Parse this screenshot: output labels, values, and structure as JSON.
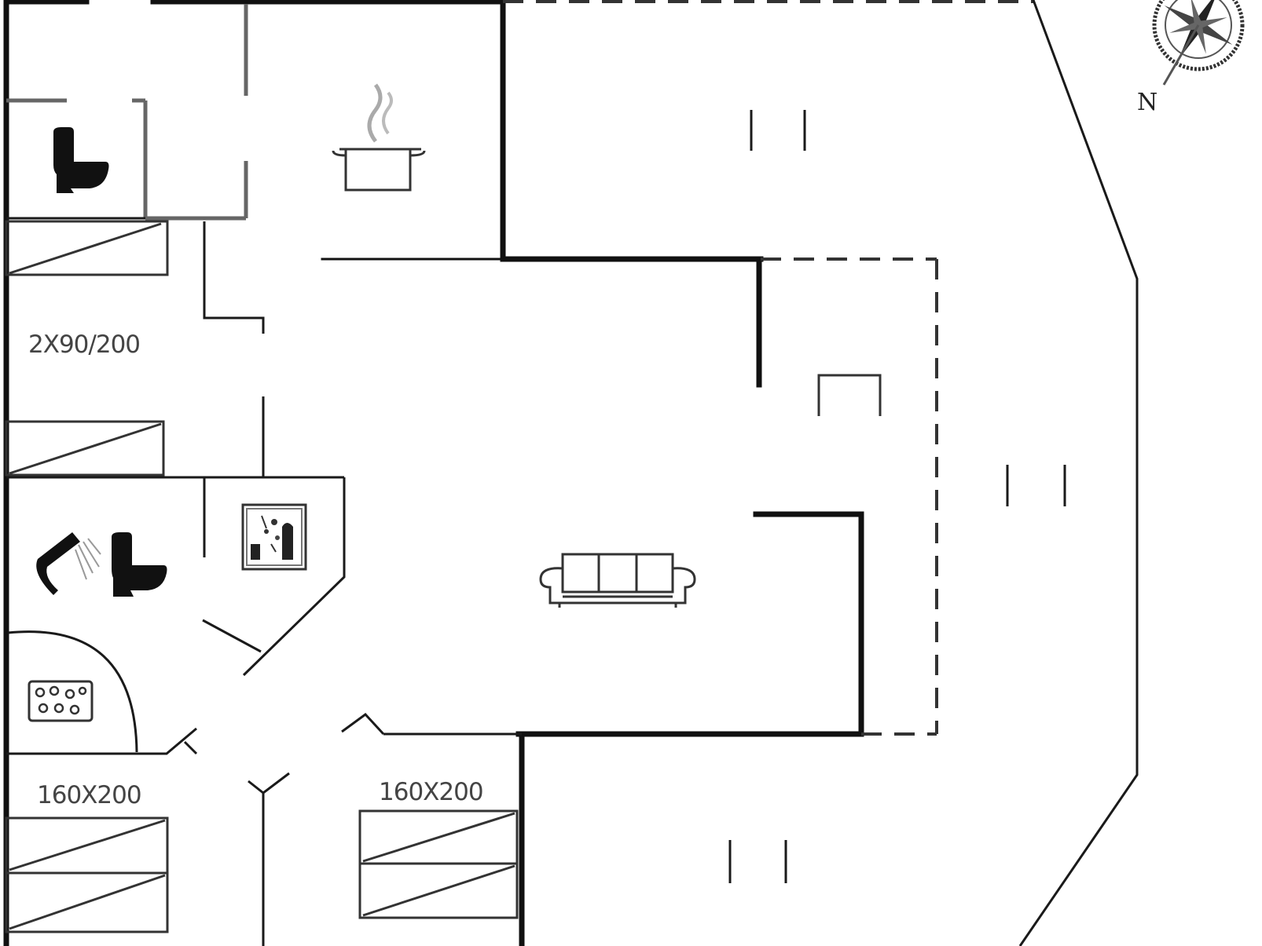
{
  "floor_plan": {
    "bed_labels": {
      "bedroom_upper": "2X90/200",
      "bedroom_lower_left": "160X200",
      "bedroom_lower_right": "160X200"
    },
    "compass": {
      "north_label": "N"
    },
    "icons": [
      "toilet-icon",
      "cooking-pot-icon",
      "sofa-icon",
      "shower-icon",
      "washing-machine-icon",
      "hob-icon"
    ],
    "colors": {
      "walls": "#111111",
      "background": "#ffffff"
    }
  }
}
